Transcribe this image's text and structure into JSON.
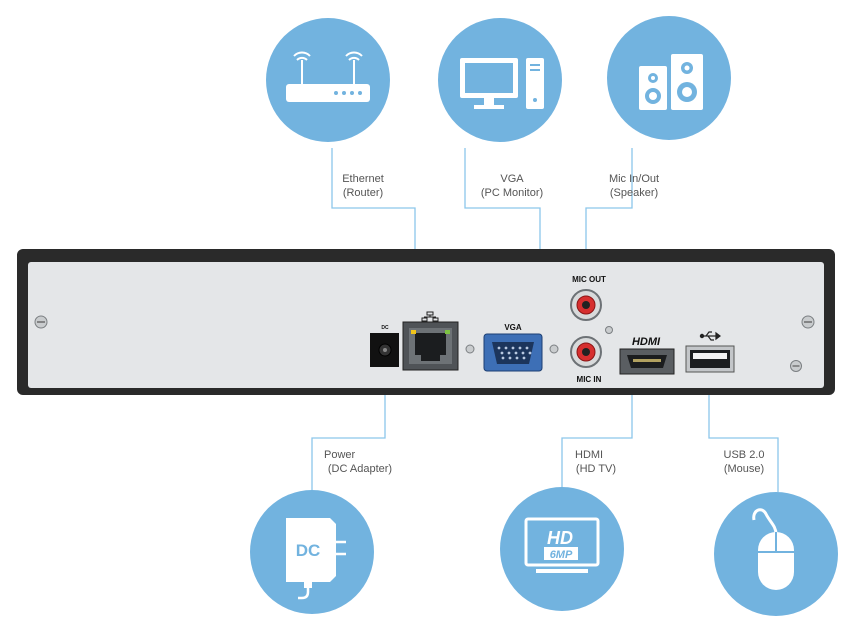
{
  "colors": {
    "circle": "#72b3df",
    "connector_line": "#8cc6ea",
    "panel": "#e4e6e8",
    "panel_border": "#2a2a2a",
    "label_text": "#555555"
  },
  "devices": {
    "ethernet": {
      "line1": "Ethernet",
      "line2": "(Router)",
      "icon": "router-icon"
    },
    "vga": {
      "line1": "VGA",
      "line2": "(PC Monitor)",
      "icon": "pc-monitor-icon"
    },
    "mic": {
      "line1": "Mic In/Out",
      "line2": "(Speaker)",
      "icon": "speaker-icon"
    },
    "power": {
      "line1": "Power",
      "line2": "(DC Adapter)",
      "icon": "dc-adapter-icon",
      "badge": "DC"
    },
    "hdmi": {
      "line1": "HDMI",
      "line2": "(HD TV)",
      "icon": "hd-tv-icon",
      "badge_top": "HD",
      "badge_bottom": "6MP"
    },
    "usb": {
      "line1": "USB 2.0",
      "line2": "(Mouse)",
      "icon": "mouse-icon"
    }
  },
  "panel_labels": {
    "dc": "DC",
    "vga": "VGA",
    "mic_out": "MIC OUT",
    "mic_in": "MIC IN",
    "hdmi": "HDMI"
  }
}
